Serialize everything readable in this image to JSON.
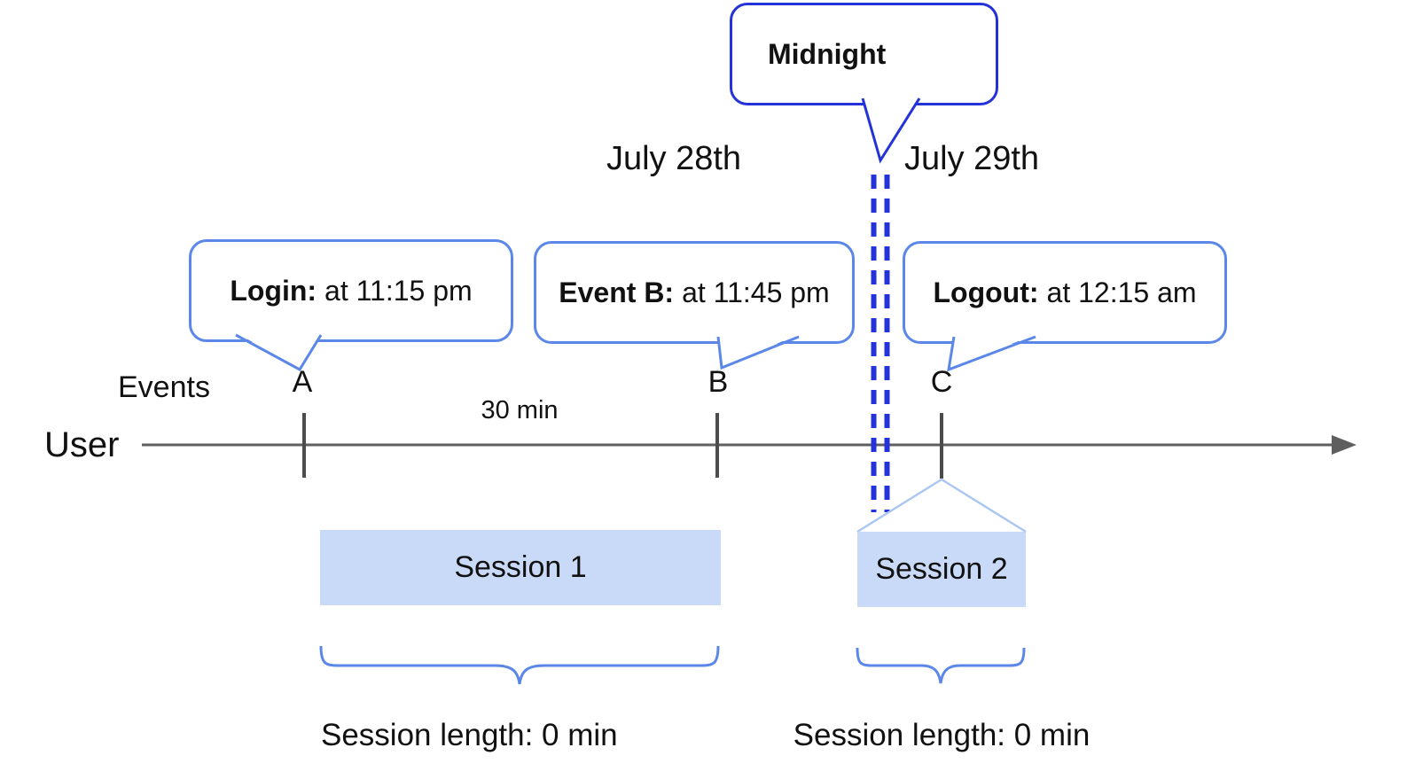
{
  "colors": {
    "bubble_border_light_blue": "#5b87e8",
    "midnight_dark_blue": "#2433d9",
    "session_fill_blue": "#c9daf8",
    "fan_line_light_blue": "#abc6f3",
    "timeline_gray": "#5f5f5f",
    "tick_gray": "#4c4c4c",
    "text_black": "#111111"
  },
  "header": {
    "midnight_label": "Midnight",
    "date_left": "July 28th",
    "date_right": "July 29th"
  },
  "events": {
    "axis_label": "Events",
    "interval_label": "30 min",
    "items": [
      {
        "id": "A",
        "title": "Login:",
        "time": "at 11:15 pm"
      },
      {
        "id": "B",
        "title": "Event B:",
        "time": "at 11:45 pm"
      },
      {
        "id": "C",
        "title": "Logout:",
        "time": "at 12:15 am"
      }
    ]
  },
  "timeline": {
    "user_label": "User"
  },
  "sessions": [
    {
      "label": "Session 1",
      "length_label": "Session length: 0 min"
    },
    {
      "label": "Session 2",
      "length_label": "Session length: 0 min"
    }
  ]
}
